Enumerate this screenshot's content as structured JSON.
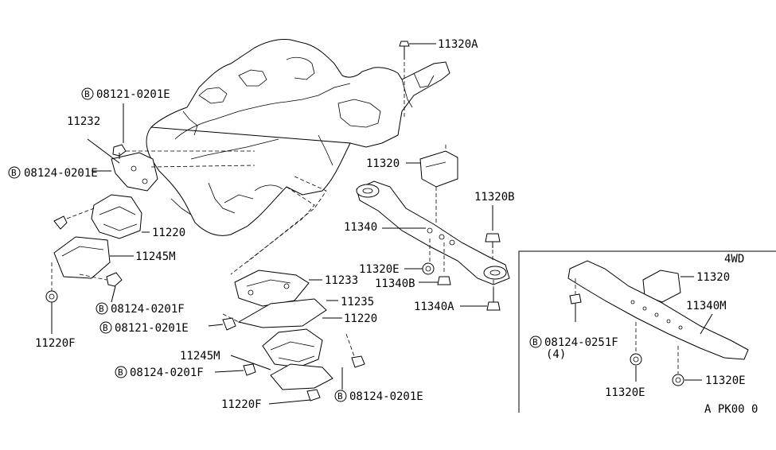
{
  "bolt_marker": "B",
  "labels": {
    "p11320A": "11320A",
    "p08121_top": "08121-0201E",
    "p11232": "11232",
    "p08124_left": "08124-0201E",
    "p11220_left": "11220",
    "p11245M_left": "11245M",
    "p08124_f_left": "08124-0201F",
    "p11220F_left": "11220F",
    "p11320": "11320",
    "p11320B": "11320B",
    "p11340": "11340",
    "p11320E": "11320E",
    "p11340B": "11340B",
    "p11340A": "11340A",
    "p11233": "11233",
    "p11235": "11235",
    "p08121_mid": "08121-0201E",
    "p11220_mid": "11220",
    "p11245M_mid": "11245M",
    "p08124_f_mid": "08124-0201F",
    "p11220F_mid": "11220F",
    "p08124_e_mid": "08124-0201E",
    "inset_title": "4WD",
    "inset_11320": "11320",
    "inset_11340M": "11340M",
    "inset_08124": "08124-0251F",
    "inset_qty": "(4)",
    "inset_11320E_a": "11320E",
    "inset_11320E_b": "11320E",
    "diagram_code": "A  PK00 0"
  }
}
